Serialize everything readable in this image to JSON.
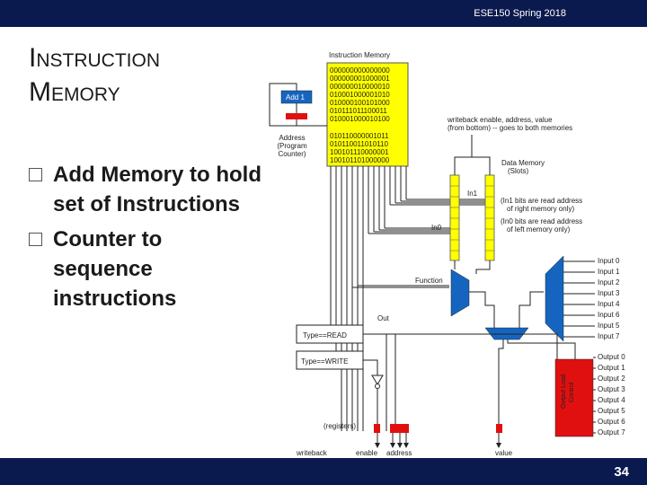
{
  "header": {
    "course": "ESE150 Spring 2018"
  },
  "slide": {
    "title_word1_initial": "I",
    "title_word1_rest": "NSTRUCTION",
    "title_word2_initial": "M",
    "title_word2_rest": "EMORY",
    "bullets": [
      "Add Memory to hold set of Instructions",
      "Counter to sequence instructions"
    ],
    "page_number": "34"
  },
  "diagram": {
    "instruction_memory_label": "Instruction Memory",
    "memory_words": [
      "000000000000000",
      "000000001000001",
      "000000010000010",
      "010001000001010",
      "010000100101000",
      "010111011100011",
      "010001000010100",
      "",
      "010110000001011",
      "010110011010110",
      "100101110000001",
      "100101101000000"
    ],
    "add_label": "Add 1",
    "address_label": [
      "Address",
      "(Program",
      "Counter)"
    ],
    "writeback_note": [
      "writeback enable, address, value",
      "(from bottom) -- goes to both memories"
    ],
    "data_memory_label": [
      "Data Memory",
      "(Slots)"
    ],
    "in1_label": "In1",
    "in0_label": "In0",
    "in1_note": [
      "(In1 bits are read address",
      "of right memory only)"
    ],
    "in0_note": [
      "(In0 bits are read address",
      "of left memory only)"
    ],
    "function_label": "Function",
    "out_label": "Out",
    "type_read_label": "Type==READ",
    "type_write_label": "Type==WRITE",
    "inputs": [
      "Input 0",
      "Input 1",
      "Input 2",
      "Input 3",
      "Input 4",
      "Input 6",
      "Input 5",
      "Input 7"
    ],
    "outputs": [
      "Output 0",
      "Output 1",
      "Output 2",
      "Output 3",
      "Output 4",
      "Output 5",
      "Output 6",
      "Output 7"
    ],
    "output_load_label": [
      "Output Load",
      "Control"
    ],
    "registers_label": "(registers)",
    "bottom_labels": {
      "writeback": "writeback",
      "enable": "enable",
      "address": "address",
      "value": "value"
    },
    "colors": {
      "memory": "#ffff00",
      "alu": "#1565c0",
      "register": "#e01010",
      "navy": "#0a1a4e"
    }
  }
}
